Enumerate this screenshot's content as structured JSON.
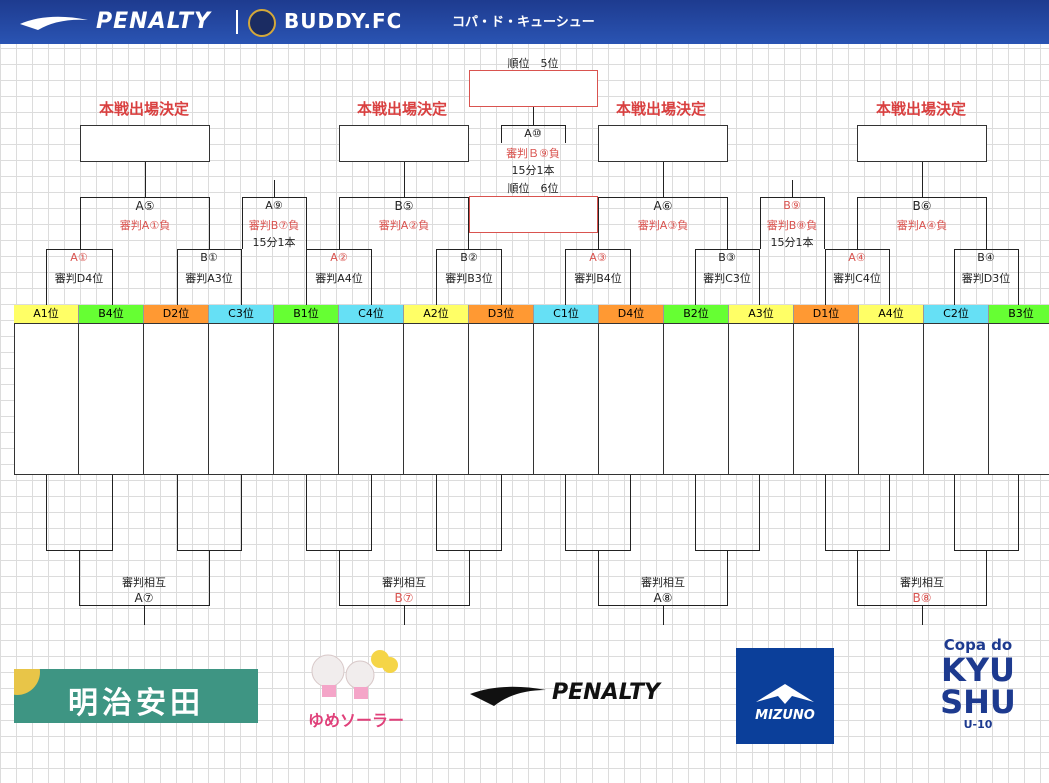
{
  "header": {
    "brand_left": "PENALTY",
    "brand_right": "BUDDY.FC",
    "title": "コパ・ド・キューシュー"
  },
  "colors": {
    "header": "#1e3b8f",
    "yellow": "#ffff66",
    "green": "#66ff33",
    "orange": "#ff9933",
    "cyan": "#66e0f5",
    "red_text": "#d9534f"
  },
  "honsen": "本戦出場決定",
  "rank5": "順位　5位",
  "rank6": "順位　6位",
  "a10": {
    "game": "A⑩",
    "ref": "審判Ｂ⑨負",
    "time": "15分1本"
  },
  "a5": {
    "game": "A⑤",
    "ref": "審判A①負"
  },
  "a9": {
    "game": "A⑨",
    "ref": "審判B⑦負",
    "time": "15分1本"
  },
  "b5": {
    "game": "B⑤",
    "ref": "審判A②負"
  },
  "a6": {
    "game": "A⑥",
    "ref": "審判A③負"
  },
  "b9": {
    "game": "B⑨",
    "ref": "審判B⑧負",
    "time": "15分1本"
  },
  "b6": {
    "game": "B⑥",
    "ref": "審判A④負"
  },
  "r1": [
    {
      "game": "A①",
      "ref": "審判D4位",
      "red": true
    },
    {
      "game": "B①",
      "ref": "審判A3位",
      "red": false
    },
    {
      "game": "A②",
      "ref": "審判A4位",
      "red": true
    },
    {
      "game": "B②",
      "ref": "審判B3位",
      "red": false
    },
    {
      "game": "A③",
      "ref": "審判B4位",
      "red": true
    },
    {
      "game": "B③",
      "ref": "審判C3位",
      "red": false
    },
    {
      "game": "A④",
      "ref": "審判C4位",
      "red": true
    },
    {
      "game": "B④",
      "ref": "審判D3位",
      "red": false
    }
  ],
  "seeds": [
    {
      "label": "A1位",
      "color": "#ffff66"
    },
    {
      "label": "B4位",
      "color": "#66ff33"
    },
    {
      "label": "D2位",
      "color": "#ff9933"
    },
    {
      "label": "C3位",
      "color": "#66e0f5"
    },
    {
      "label": "B1位",
      "color": "#66ff33"
    },
    {
      "label": "C4位",
      "color": "#66e0f5"
    },
    {
      "label": "A2位",
      "color": "#ffff66"
    },
    {
      "label": "D3位",
      "color": "#ff9933"
    },
    {
      "label": "C1位",
      "color": "#66e0f5"
    },
    {
      "label": "D4位",
      "color": "#ff9933"
    },
    {
      "label": "B2位",
      "color": "#66ff33"
    },
    {
      "label": "A3位",
      "color": "#ffff66"
    },
    {
      "label": "D1位",
      "color": "#ff9933"
    },
    {
      "label": "A4位",
      "color": "#ffff66"
    },
    {
      "label": "C2位",
      "color": "#66e0f5"
    },
    {
      "label": "B3位",
      "color": "#66ff33"
    }
  ],
  "bottom": [
    {
      "ref": "審判相互",
      "game": "A⑦",
      "red": false
    },
    {
      "ref": "審判相互",
      "game": "B⑦",
      "red": true
    },
    {
      "ref": "審判相互",
      "game": "A⑧",
      "red": false
    },
    {
      "ref": "審判相互",
      "game": "B⑧",
      "red": true
    }
  ],
  "sponsors": {
    "meiji": "明治安田",
    "yume": "ゆめソーラー",
    "penalty": "PENALTY",
    "mizuno": "MIZUNO",
    "copa": {
      "line1": "Copa do",
      "line2": "KYU",
      "line3": "SHU",
      "line4": "U-10"
    }
  }
}
